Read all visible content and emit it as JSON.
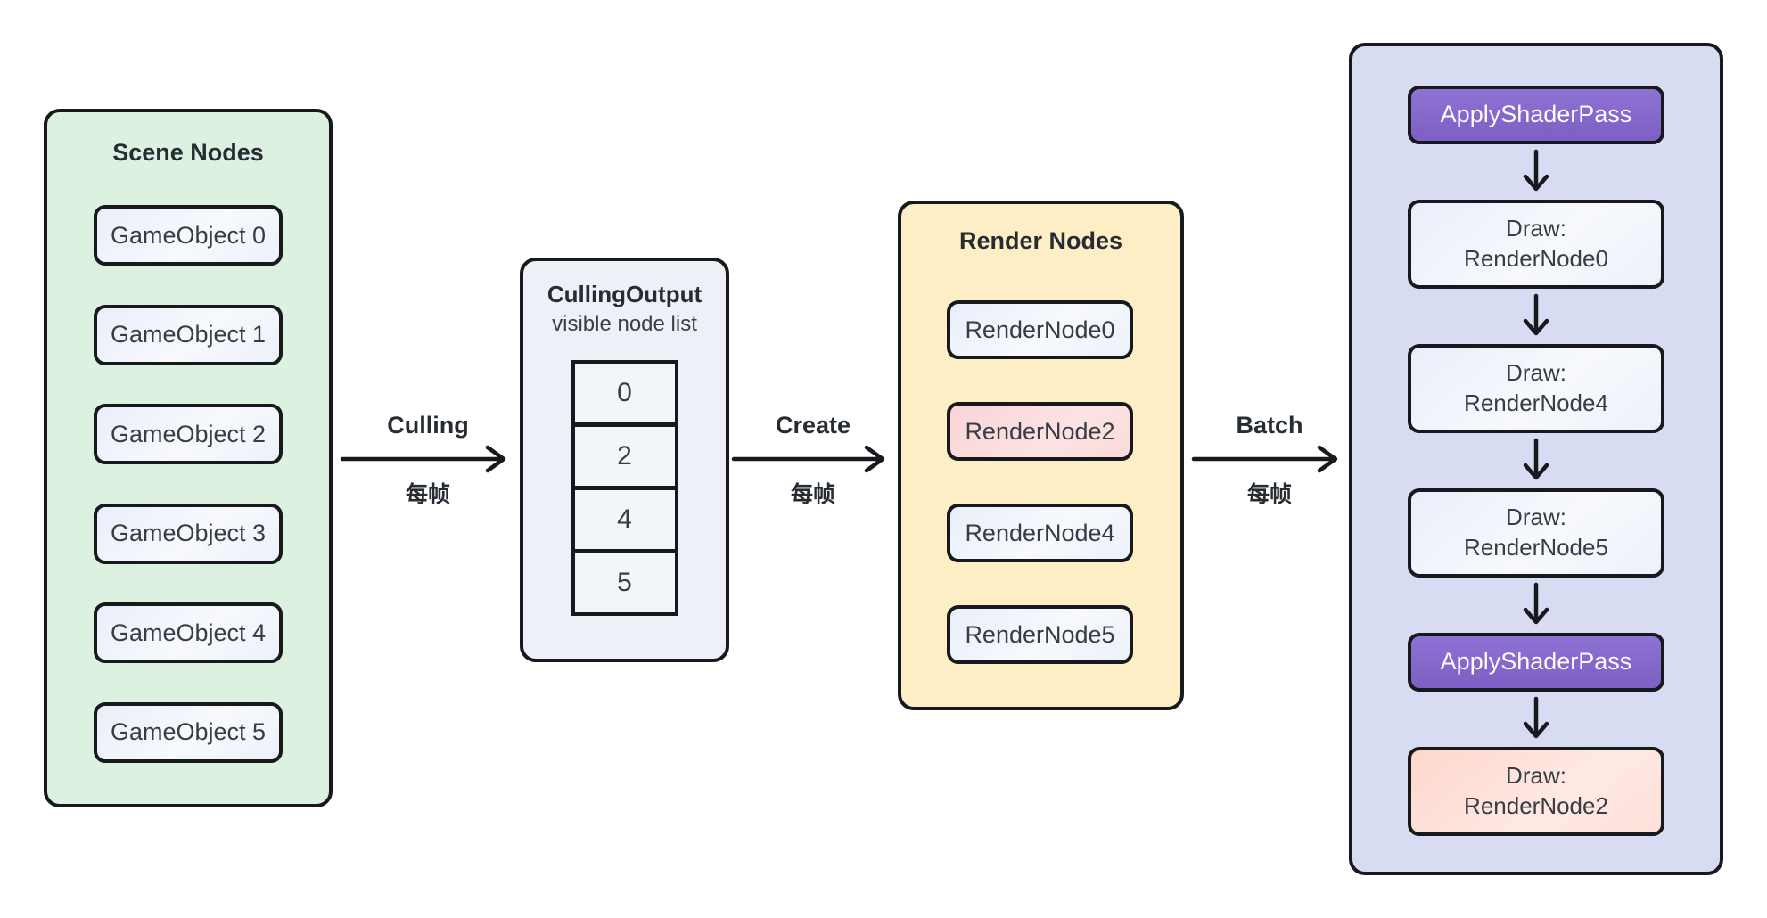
{
  "colors": {
    "border": "#17191c",
    "scene-bg": "#ddf1e1",
    "culling-bg": "#edf0f6",
    "render-bg": "#fdeec6",
    "pass-bg": "#d7dcf2",
    "node-light": "#eef2fa",
    "node-pink": "#fbdada",
    "node-peach": "#fcded6",
    "node-purple": "#8566cb",
    "text-strong": "#272c33",
    "text": "#383d44"
  },
  "scene": {
    "title": "Scene Nodes",
    "items": [
      "GameObject 0",
      "GameObject 1",
      "GameObject 2",
      "GameObject 3",
      "GameObject 4",
      "GameObject 5"
    ]
  },
  "arrows": [
    {
      "label": "Culling",
      "sublabel": "每帧"
    },
    {
      "label": "Create",
      "sublabel": "每帧"
    },
    {
      "label": "Batch",
      "sublabel": "每帧"
    }
  ],
  "culling": {
    "title": "CullingOutput",
    "subtitle": "visible node list",
    "cells": [
      "0",
      "2",
      "4",
      "5"
    ]
  },
  "render": {
    "title": "Render Nodes",
    "items": [
      {
        "label": "RenderNode0",
        "variant": "light"
      },
      {
        "label": "RenderNode2",
        "variant": "pink"
      },
      {
        "label": "RenderNode4",
        "variant": "light"
      },
      {
        "label": "RenderNode5",
        "variant": "light"
      }
    ]
  },
  "pass": {
    "steps": [
      {
        "type": "shader",
        "label": "ApplyShaderPass"
      },
      {
        "type": "draw",
        "lines": [
          "Draw:",
          "RenderNode0"
        ]
      },
      {
        "type": "draw",
        "lines": [
          "Draw:",
          "RenderNode4"
        ]
      },
      {
        "type": "draw",
        "lines": [
          "Draw:",
          "RenderNode5"
        ]
      },
      {
        "type": "shader",
        "label": "ApplyShaderPass"
      },
      {
        "type": "draw-highlight",
        "lines": [
          "Draw:",
          "RenderNode2"
        ]
      }
    ]
  }
}
